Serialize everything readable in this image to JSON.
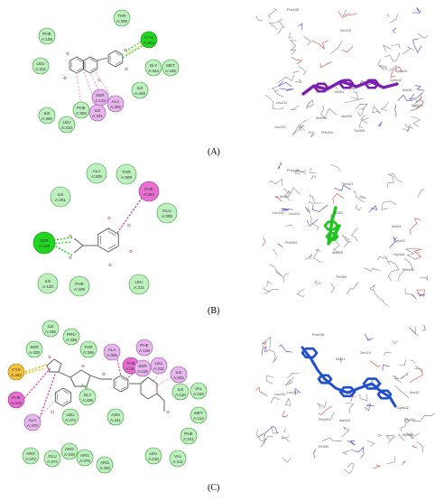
{
  "figure": {
    "panels": [
      {
        "label": "(A)",
        "ligand_color": "#7a1fb0",
        "residues_2d": [
          "PHE A:108",
          "THR A:309",
          "CYS A:442",
          "LEU A:211",
          "MET A:445",
          "GLY A:444",
          "ILE A:446",
          "SER A:119",
          "ALA A:305",
          "PHE A:304",
          "ILE A:301",
          "ILE A:300",
          "LEU A:210"
        ],
        "labels_3d": [
          "Phe108",
          "Ser119",
          "Ile301",
          "Cys443",
          "Cys442",
          "Ile446",
          "Met445",
          "Leu211",
          "Leu210",
          "Ile300",
          "Ala305",
          "Phe304",
          "Thr309"
        ]
      },
      {
        "label": "(B)",
        "ligand_color": "#1fc41f",
        "residues_2d": [
          "ALA A:305",
          "THR A:309",
          "PHE A:304",
          "ILE A:301",
          "GLU A:308",
          "SER A:119",
          "ILE A:120",
          "PHE A:108",
          "LEU A:211"
        ],
        "labels_3d": [
          "Phe108",
          "Ser119",
          "Ile300",
          "Leu210",
          "Leu211",
          "Ile301",
          "Phe304",
          "Ala305",
          "Ile443",
          "Cys442",
          "Gly444",
          "Met445",
          "Thr309"
        ]
      },
      {
        "label": "(C)",
        "ligand_color": "#1f4fd0",
        "residues_2d": [
          "ILE A:446",
          "PRO A:439",
          "SER A:438",
          "THR A:309",
          "ALA A:305",
          "PHE A:108",
          "CYS A:442",
          "PHE A:304",
          "LEU A:211",
          "SER A:119",
          "ILE A:301",
          "VAL A:240",
          "ILE A:120",
          "PHE A:415",
          "GLY A:436",
          "MET A:114",
          "ALA A:370",
          "LEU A:373",
          "PHE A:241",
          "ASN A:441",
          "ARG A:372",
          "ARG A:100",
          "ARG A:375",
          "GLU A:374",
          "ARG A:440",
          "LEU A:210",
          "VAL A:111"
        ],
        "labels_3d": [
          "Phe108",
          "Ser119",
          "Ile301",
          "Leu210",
          "Leu211",
          "Phe304",
          "Ala305",
          "Thr309",
          "Ile443",
          "Cys442",
          "Gly444",
          "Met445"
        ]
      }
    ]
  }
}
